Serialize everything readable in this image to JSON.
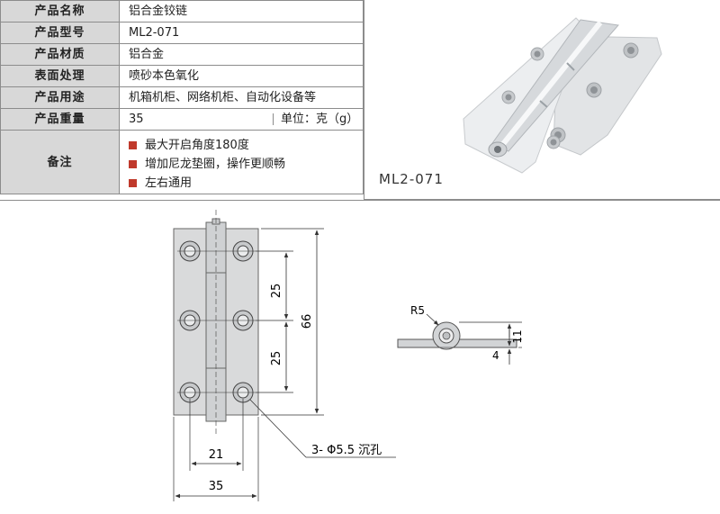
{
  "spec": {
    "rows": [
      {
        "label": "产品名称",
        "value": "铝合金铰链"
      },
      {
        "label": "产品型号",
        "value": "ML2-071"
      },
      {
        "label": "产品材质",
        "value": "铝合金"
      },
      {
        "label": "表面处理",
        "value": "喷砂本色氧化"
      },
      {
        "label": "产品用途",
        "value": "机箱机柜、网络机柜、自动化设备等"
      }
    ],
    "weight": {
      "label": "产品重量",
      "value": "35",
      "unit": "单位：克（g）"
    },
    "notes": {
      "label": "备注",
      "items": [
        "最大开启角度180度",
        "增加尼龙垫圈，操作更顺畅",
        "左右通用"
      ],
      "bullet_color": "#c0392b"
    }
  },
  "photo": {
    "caption": "ML2-071"
  },
  "drawing": {
    "dim_spacing_top": "25",
    "dim_spacing_bottom": "25",
    "dim_height": "66",
    "dim_hole_spacing": "21",
    "dim_width": "35",
    "hole_callout": "3- Φ5.5 沉孔",
    "dim_radius": "R5",
    "dim_thickness_total": "11",
    "dim_leaf_thickness": "4"
  }
}
